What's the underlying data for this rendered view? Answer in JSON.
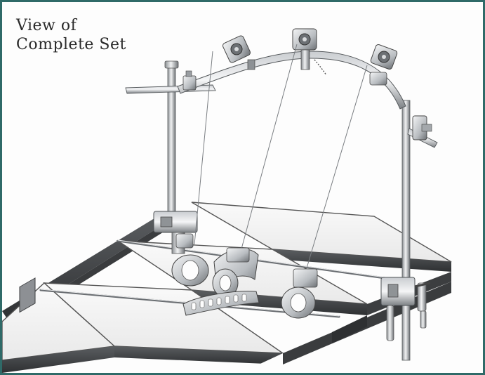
{
  "caption": {
    "line1": "View of",
    "line2": "Complete Set"
  },
  "colors": {
    "frame_border": "#2f6a68",
    "metal_light": "#e4e6e8",
    "metal_dark": "#6e7276",
    "table_pad": "#f4f4f4",
    "pad_side": "#4a4d50"
  },
  "icons": [
    "retractor-frame-illustration"
  ]
}
